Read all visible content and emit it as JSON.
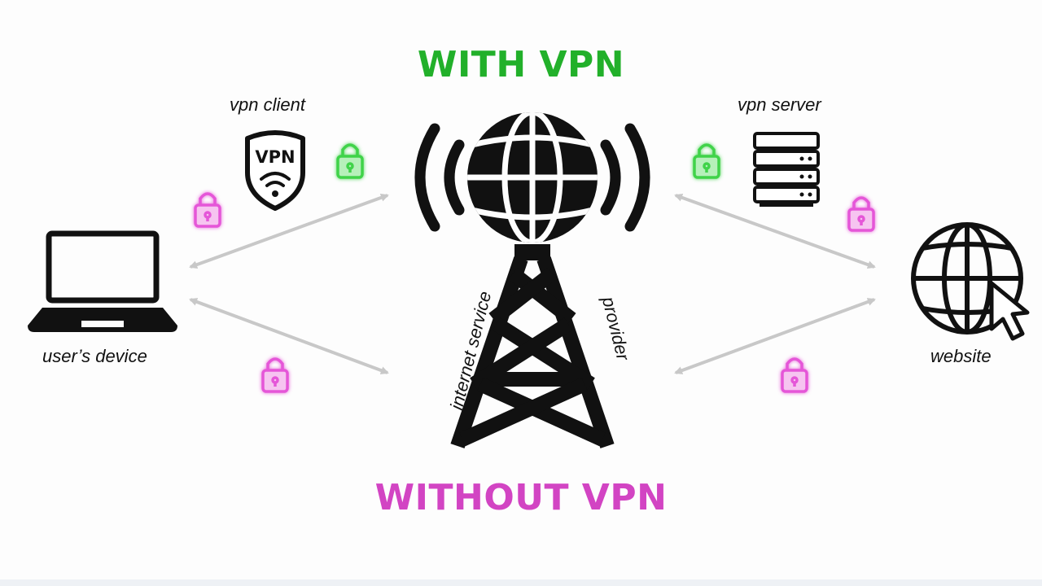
{
  "headings": {
    "with_vpn": "WITH VPN",
    "without_vpn": "WITHOUT VPN"
  },
  "labels": {
    "vpn_client": "vpn client",
    "vpn_server": "vpn server",
    "users_device": "user’s device",
    "website": "website",
    "isp_part1": "internet service",
    "isp_part2": "provider",
    "vpn_badge": "VPN"
  },
  "colors": {
    "with_vpn": "#22b02a",
    "without_vpn": "#d244c3",
    "arrow": "#c8c8c8",
    "ink": "#111111"
  },
  "icons": {
    "device": "laptop-icon",
    "client": "vpn-shield-icon",
    "isp": "radio-tower-globe-icon",
    "server": "server-rack-icon",
    "website": "globe-cursor-icon",
    "lock": "padlock-icon"
  }
}
